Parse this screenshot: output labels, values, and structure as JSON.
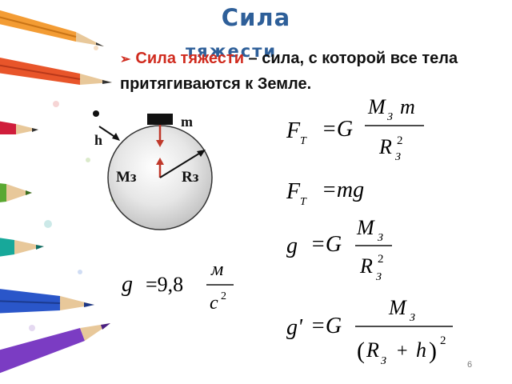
{
  "slide": {
    "title_line1": "Сила",
    "title_line2": "тяжести",
    "definition_term": "Сила тяжести",
    "definition_rest": " – сила, с которой все тела притягиваются к Земле.",
    "page_number": "6"
  },
  "diagram": {
    "label_m": "m",
    "label_h": "h",
    "label_mass": "Mз",
    "label_radius": "Rз"
  },
  "formulas": {
    "f1_left": "F",
    "f1_left_sub": "T",
    "f1_eq": "=G",
    "f1_num": "M",
    "f1_num_sub": "З",
    "f1_num_m": "m",
    "f1_den": "R",
    "f1_den_sub": "З",
    "f1_den_sup": "2",
    "f2_left": "F",
    "f2_left_sub": "T",
    "f2_rhs": "=mg",
    "f3_left": "g",
    "f3_eq": "=G",
    "f3_num": "M",
    "f3_num_sub": "З",
    "f3_den": "R",
    "f3_den_sub": "З",
    "f3_den_sup": "2",
    "f4_left": "g",
    "f4_eq": "=9,8",
    "f4_num": "м",
    "f4_den": "с",
    "f4_den_sup": "2",
    "f5_left": "g'",
    "f5_eq": "=G",
    "f5_num": "M",
    "f5_num_sub": "З",
    "f5_den_open": "(",
    "f5_den_r": "R",
    "f5_den_r_sub": "З",
    "f5_den_plus": "+",
    "f5_den_h": "h",
    "f5_den_close": ")",
    "f5_den_sup": "2"
  },
  "colors": {
    "title": "#2e5f99",
    "term": "#d02b1e",
    "arrow": "#c0392b",
    "sphere": "#d9d9d9"
  }
}
